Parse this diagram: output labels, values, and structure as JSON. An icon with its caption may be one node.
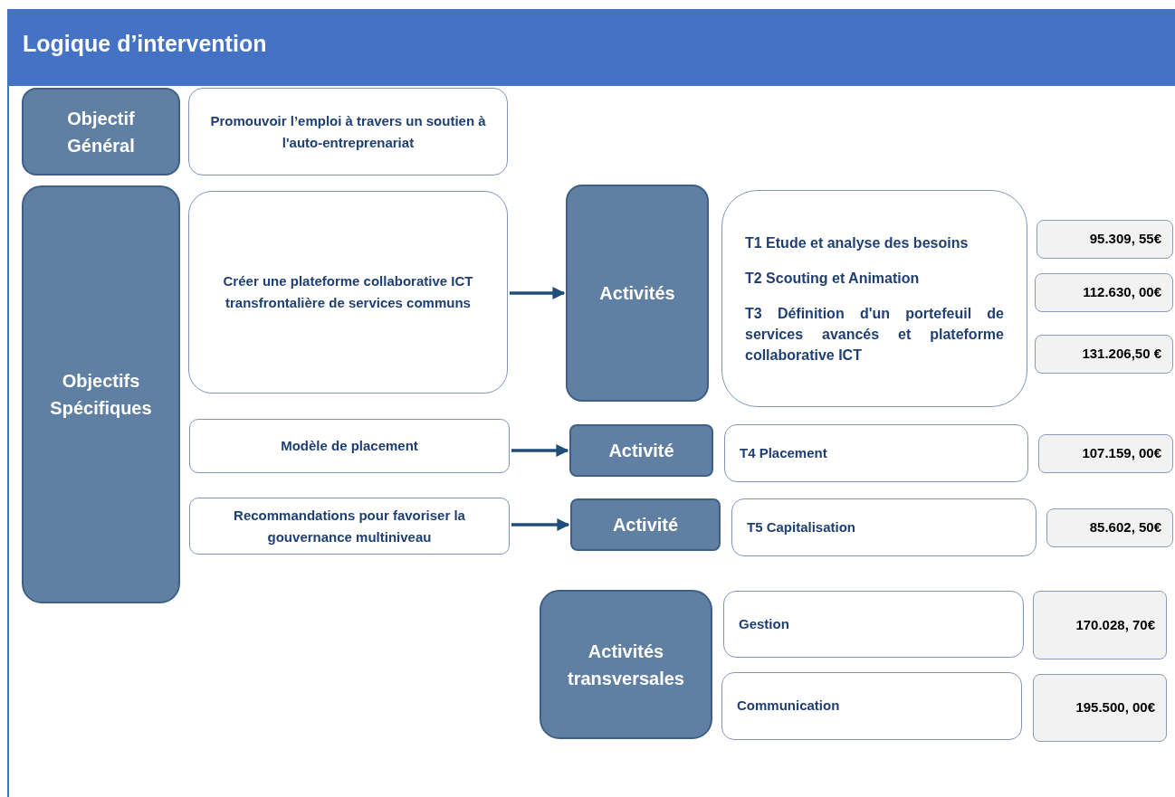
{
  "diagram": {
    "title": "Logique d’intervention",
    "nodes": [
      {
        "text": [
          "Objectif Général"
        ]
      },
      {
        "text": [
          "Promouvoir l’emploi à travers un soutien à l'auto-entreprenariat"
        ]
      },
      {
        "text": [
          "Objectifs Spécifiques"
        ]
      },
      {
        "text": [
          "Créer une plateforme collaborative ICT transfrontalière de services communs"
        ]
      },
      {
        "text": [
          "Activités"
        ]
      },
      {
        "text": [
          "T1 Etude et analyse des besoins",
          "T2 Scouting et Animation",
          "T3 Définition d'un  portefeuil de services avancés et plateforme collaborative ICT"
        ]
      },
      {
        "text": [
          "95.309, 55€"
        ]
      },
      {
        "text": [
          "112.630, 00€"
        ]
      },
      {
        "text": [
          "131.206,50 €"
        ]
      },
      {
        "text": [
          "Modèle de placement"
        ]
      },
      {
        "text": [
          "Activité"
        ]
      },
      {
        "text": [
          "T4 Placement"
        ]
      },
      {
        "text": [
          "107.159, 00€"
        ]
      },
      {
        "text": [
          "Recommandations pour favoriser la gouvernance multiniveau"
        ]
      },
      {
        "text": [
          "Activité"
        ]
      },
      {
        "text": [
          "T5 Capitalisation"
        ]
      },
      {
        "text": [
          "85.602, 50€"
        ]
      },
      {
        "text": [
          "Activités transversales"
        ]
      },
      {
        "text": [
          "Gestion"
        ]
      },
      {
        "text": [
          "170.028, 70€"
        ]
      },
      {
        "text": [
          "Communication"
        ]
      },
      {
        "text": [
          "195.500, 00€"
        ]
      }
    ],
    "edges": [
      {
        "from": 3,
        "to": 4,
        "arrow": "to"
      },
      {
        "from": 9,
        "to": 10,
        "arrow": "to"
      },
      {
        "from": 13,
        "to": 14,
        "arrow": "to"
      }
    ]
  }
}
